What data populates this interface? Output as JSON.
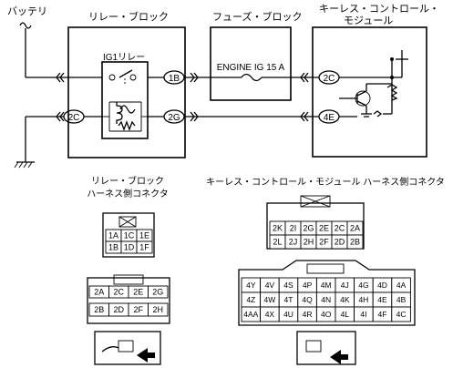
{
  "labels": {
    "battery": "バッテリ",
    "relay_block": "リレー・ブロック",
    "fuse_block": "フューズ・ブロック",
    "keyless_module_line1": "キーレス・コントロール・",
    "keyless_module_line2": "モジュール",
    "ig1_relay": "IG1リレー",
    "fuse_name": "ENGINE IG 15 A",
    "relay_harness_line1": "リレー・ブロック",
    "relay_harness_line2": "ハーネス側コネクタ",
    "keyless_harness": "キーレス・コントロール・モジュール ハーネス側コネクタ"
  },
  "terminals": {
    "rb_1b": "1B",
    "rb_2g": "2G",
    "rb_2c": "2C",
    "km_2c": "2C",
    "km_4e": "4E"
  },
  "relay_conn_small": [
    [
      "1A",
      "1C",
      "1E"
    ],
    [
      "1B",
      "1D",
      "1F"
    ]
  ],
  "relay_conn_big": {
    "top": [
      "2A",
      "2C",
      "2E",
      "2G"
    ],
    "bottom": [
      "2B",
      "2D",
      "2F",
      "2H"
    ]
  },
  "keyless_conn_top": [
    [
      "2K",
      "2I",
      "2G",
      "2E",
      "2C",
      "2A"
    ],
    [
      "2L",
      "2J",
      "2H",
      "2F",
      "2D",
      "2B"
    ]
  ],
  "keyless_conn_bottom": [
    [
      "4Y",
      "4V",
      "4S",
      "4P",
      "4M",
      "4J",
      "4G",
      "4D",
      "4A"
    ],
    [
      "4Z",
      "4W",
      "4T",
      "4Q",
      "4N",
      "4K",
      "4H",
      "4E",
      "4B"
    ],
    [
      "4AA",
      "4X",
      "4U",
      "4R",
      "4O",
      "4L",
      "4I",
      "4F",
      "4C"
    ]
  ]
}
